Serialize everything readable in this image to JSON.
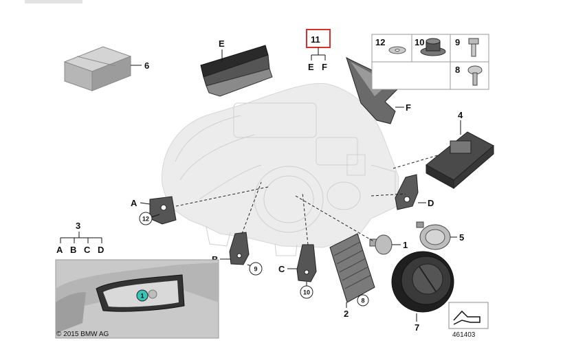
{
  "callouts": {
    "p1": "1",
    "p2": "2",
    "p3": "3",
    "p4": "4",
    "p5": "5",
    "p6": "6",
    "p7": "7",
    "p11": "11",
    "e_top": "E",
    "e_sub": "E",
    "f_sub": "F",
    "f_right": "F",
    "a": "A",
    "b": "B",
    "c": "C",
    "d": "D",
    "sub_a": "A",
    "sub_b": "B",
    "sub_c": "C",
    "sub_d": "D"
  },
  "circle_callouts": {
    "c8": "8",
    "c9": "9",
    "c10": "10",
    "c12": "12"
  },
  "hardware_table": {
    "h12": "12",
    "h10": "10",
    "h9": "9",
    "h8": "8"
  },
  "inset": {
    "callout": "1",
    "copyright": "© 2015 BMW AG"
  },
  "diagram_number": "461403",
  "colors": {
    "highlight_box": "#d9302c",
    "teal_callout": "#37c3b6"
  }
}
